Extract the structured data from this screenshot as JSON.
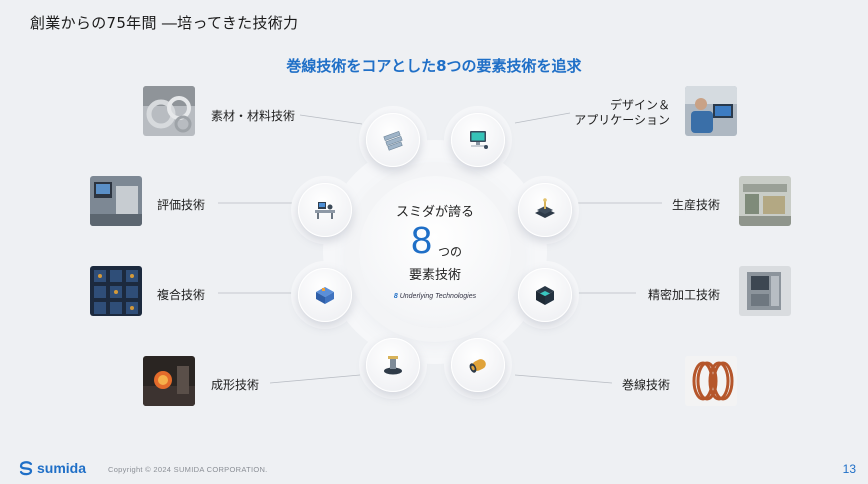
{
  "slide": {
    "title": "創業からの75年間 ―培ってきた技術力",
    "subtitle": "巻線技術をコアとした8つの要素技術を追求"
  },
  "center": {
    "line1": "スミダが誇る",
    "big_number": "8",
    "suffix": "つの",
    "line3": "要素技術",
    "english_number": "8",
    "english_text": "Underlying Technologies"
  },
  "technologies": [
    {
      "label": "素材・材料技術",
      "icon": "metal-bars-icon",
      "image": "rings-photo"
    },
    {
      "label": "デザイン＆\nアプリケーション",
      "icon": "design-monitor-icon",
      "image": "engineer-photo"
    },
    {
      "label": "生産技術",
      "icon": "production-machine-icon",
      "image": "factory-photo"
    },
    {
      "label": "精密加工技術",
      "icon": "precision-box-icon",
      "image": "cnc-machine-photo"
    },
    {
      "label": "巻線技術",
      "icon": "coil-cylinder-icon",
      "image": "copper-coil-photo"
    },
    {
      "label": "成形技術",
      "icon": "molding-press-icon",
      "image": "furnace-photo"
    },
    {
      "label": "複合技術",
      "icon": "composite-block-icon",
      "image": "circuit-board-photo"
    },
    {
      "label": "評価技術",
      "icon": "evaluation-desk-icon",
      "image": "lab-equipment-photo"
    }
  ],
  "footer": {
    "logo_text": "sumida",
    "copyright": "Copyright © 2024 SUMIDA CORPORATION.",
    "page_number": "13"
  },
  "colors": {
    "accent_blue": "#1f6fc7",
    "background": "#eef0f3",
    "copper": "#b5562b"
  }
}
